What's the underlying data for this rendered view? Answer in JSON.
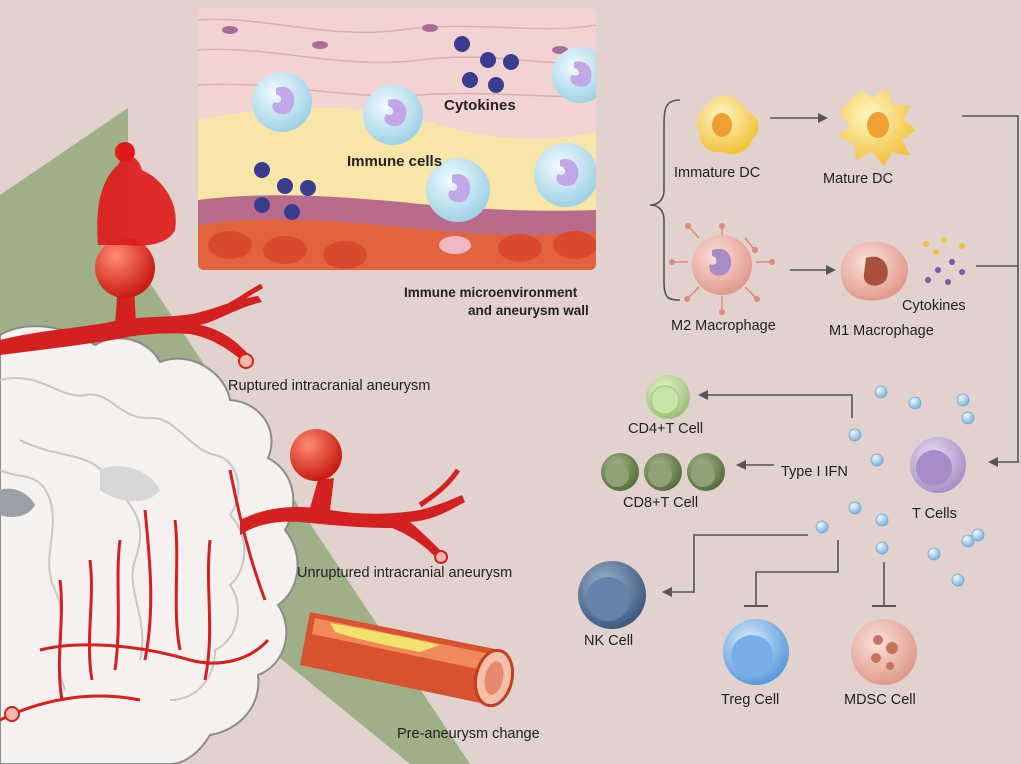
{
  "inset": {
    "cytokines_label": "Cytokines",
    "immune_cells_label": "Immune cells",
    "caption_line1": "Immune microenvironment",
    "caption_line2": "and aneurysm wall"
  },
  "brain": {
    "ruptured_label": "Ruptured intracranial aneurysm",
    "unruptured_label": "Unruptured intracranial aneurysm",
    "pre_aneurysm_label": "Pre-aneurysm change"
  },
  "cells": {
    "immature_dc": "Immature DC",
    "mature_dc": "Mature DC",
    "m2_macrophage": "M2 Macrophage",
    "m1_macrophage": "M1 Macrophage",
    "cytokines": "Cytokines",
    "cd4_t_cell": "CD4+T Cell",
    "cd8_t_cell": "CD8+T Cell",
    "type_i_ifn": "Type I IFN",
    "t_cells": "T Cells",
    "nk_cell": "NK Cell",
    "treg_cell": "Treg Cell",
    "mdsc_cell": "MDSC Cell"
  },
  "colors": {
    "background": "#e2d2ce",
    "vessel_red": "#d42020",
    "aneurysm_red": "#e23a22",
    "green_band": "#93a97a",
    "arrow_gray": "#555555"
  }
}
